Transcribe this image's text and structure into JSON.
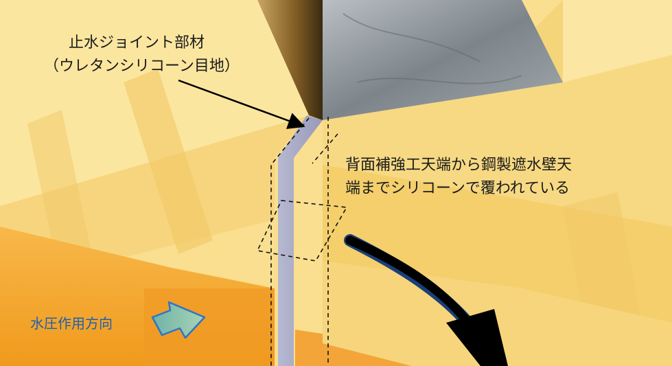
{
  "labels": {
    "joint_title": "止水ジョイント部材",
    "joint_sub": "（ウレタンシリコーン目地）",
    "note_line1": "背面補強工天端から鋼製遮水壁天",
    "note_line2": "端までシリコーンで覆われている",
    "pressure": "水圧作用方向"
  },
  "colors": {
    "yellow_light": "#fbe9a7",
    "yellow_main": "#f7d57e",
    "yellow_deep": "#f1c760",
    "orange": "#f5a62a",
    "orange_deep": "#ee9417",
    "concrete": "#8c9499",
    "bronze": "#8e6a2e",
    "joint": "#a7a9c4",
    "pressure_arrow_fill": "#7fb8a8",
    "pressure_arrow_stroke": "#2f74c7",
    "label_blue": "#1f5fae"
  }
}
